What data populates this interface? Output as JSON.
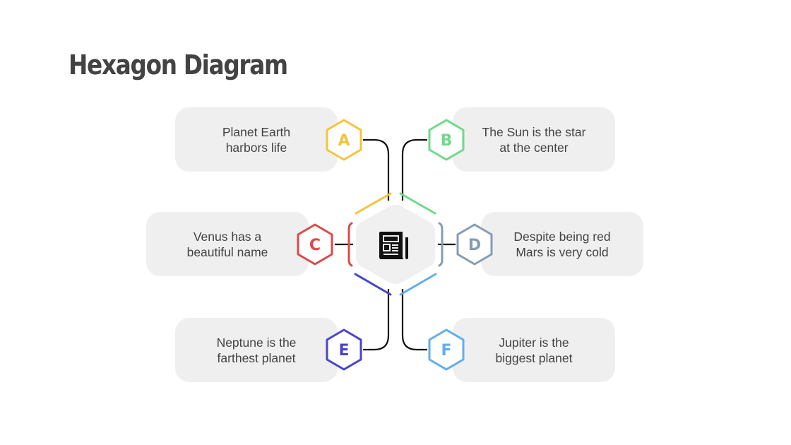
{
  "title": "Hexagon Diagram",
  "center": {
    "icon": "newspaper-icon",
    "fill": "#f0f0f0"
  },
  "colors": {
    "card_bg": "#efefef",
    "text": "#434343",
    "connector": "#000000"
  },
  "items": [
    {
      "letter": "A",
      "text": "Planet Earth\nharbors life",
      "color": "#f4c53b"
    },
    {
      "letter": "B",
      "text": "The Sun is the star\nat the center",
      "color": "#6fd98a"
    },
    {
      "letter": "C",
      "text": "Venus has a\nbeautiful name",
      "color": "#e04848"
    },
    {
      "letter": "D",
      "text": "Despite being red\nMars is very cold",
      "color": "#869cb3"
    },
    {
      "letter": "E",
      "text": "Neptune is the\nfarthest planet",
      "color": "#4a45c9"
    },
    {
      "letter": "F",
      "text": "Jupiter is the\nbiggest planet",
      "color": "#62aeea"
    }
  ]
}
